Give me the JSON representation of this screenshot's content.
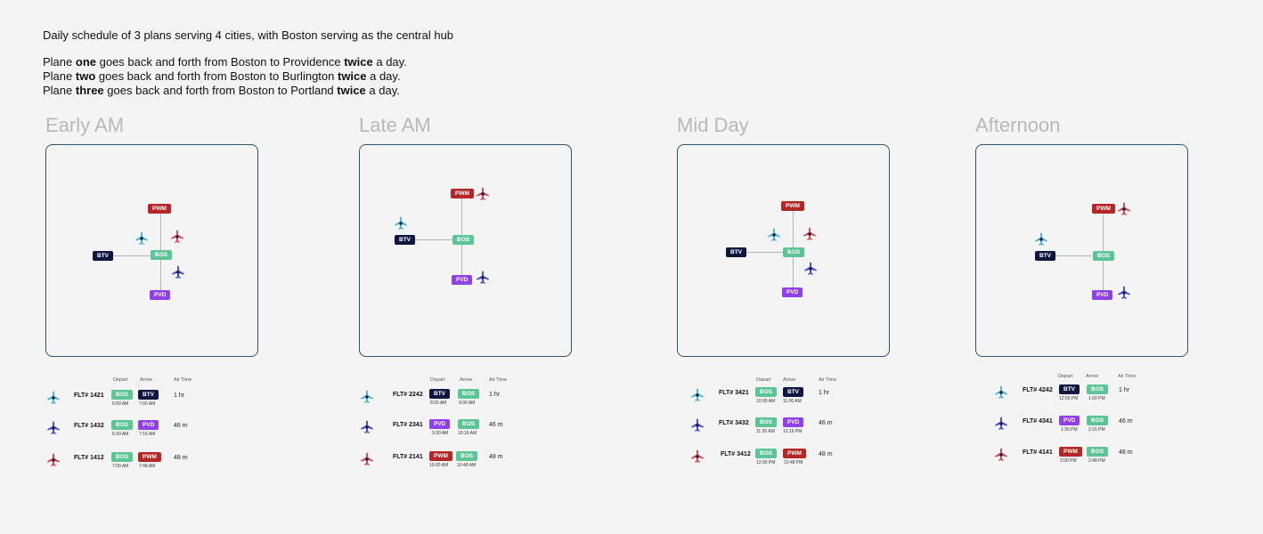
{
  "intro": {
    "title": "Daily schedule of 3 plans serving 4 cities, with Boston serving as the central hub",
    "lines": [
      {
        "a": "Plane ",
        "b": "one",
        "c": " goes back and forth from Boston to Providence ",
        "d": "twice",
        "e": " a day."
      },
      {
        "a": "Plane ",
        "b": "two",
        "c": " goes back and forth from Boston to Burlington ",
        "d": "twice",
        "e": " a day."
      },
      {
        "a": "Plane ",
        "b": "three",
        "c": " goes back and forth from Boston to Portland ",
        "d": "twice",
        "e": " a day."
      }
    ]
  },
  "headers": {
    "depart": "Depart",
    "arrive": "Arrive",
    "air": "Air Time"
  },
  "colors": {
    "BOS": "#5cc596",
    "BTV": "#101640",
    "PVD": "#9040e8",
    "PWM": "#b52626",
    "plane_one": "#4a4fcf",
    "plane_two": "#4ab6d8",
    "plane_three": "#d9474f"
  },
  "panels": [
    {
      "title": "Early AM",
      "map": {
        "PWM": "PWM",
        "BTV": "BTV",
        "BOS": "BOS",
        "PVD": "PVD"
      },
      "flights": [
        {
          "plane": "two",
          "flt": "FLT# 1421",
          "from": "BOS",
          "to": "BTV",
          "dep": "6:00 AM",
          "arr": "7:00 AM",
          "air": "1 hr"
        },
        {
          "plane": "one",
          "flt": "FLT# 1432",
          "from": "BOS",
          "to": "PVD",
          "dep": "6:30 AM",
          "arr": "7:16 AM",
          "air": "46 m"
        },
        {
          "plane": "three",
          "flt": "FLT# 1412",
          "from": "BOS",
          "to": "PWM",
          "dep": "7:00 AM",
          "arr": "7:48 AM",
          "air": "48 m"
        }
      ]
    },
    {
      "title": "Late AM",
      "map": {
        "PWM": "PWM",
        "BTV": "BTV",
        "BOS": "BOS",
        "PVD": "PVD"
      },
      "flights": [
        {
          "plane": "two",
          "flt": "FLT# 2242",
          "from": "BTV",
          "to": "BOS",
          "dep": "8:00 AM",
          "arr": "9:00 AM",
          "air": "1 hr"
        },
        {
          "plane": "one",
          "flt": "FLT# 2341",
          "from": "PVD",
          "to": "BOS",
          "dep": "9:30 AM",
          "arr": "10:16 AM",
          "air": "46 m"
        },
        {
          "plane": "three",
          "flt": "FLT# 2141",
          "from": "PWM",
          "to": "BOS",
          "dep": "10:00 AM",
          "arr": "10:48 AM",
          "air": "48 m"
        }
      ]
    },
    {
      "title": "Mid Day",
      "map": {
        "PWM": "PWM",
        "BTV": "BTV",
        "BOS": "BOS",
        "PVD": "PVD"
      },
      "flights": [
        {
          "plane": "two",
          "flt": "FLT# 3421",
          "from": "BOS",
          "to": "BTV",
          "dep": "10:00 AM",
          "arr": "11:00 AM",
          "air": "1 hr"
        },
        {
          "plane": "one",
          "flt": "FLT# 3432",
          "from": "BOS",
          "to": "PVD",
          "dep": "11:30 AM",
          "arr": "12:16 PM",
          "air": "46 m"
        },
        {
          "plane": "three",
          "flt": "FLT# 3412",
          "from": "BOS",
          "to": "PWM",
          "dep": "12:00 PM",
          "arr": "12:48 PM",
          "air": "48 m"
        }
      ]
    },
    {
      "title": "Afternoon",
      "map": {
        "PWM": "PWM",
        "BTV": "BTV",
        "BOS": "BOS",
        "PVD": "PVD"
      },
      "flights": [
        {
          "plane": "two",
          "flt": "FLT# 4242",
          "from": "BTV",
          "to": "BOS",
          "dep": "12:00 PM",
          "arr": "1:00 PM",
          "air": "1 hr"
        },
        {
          "plane": "one",
          "flt": "FLT# 4341",
          "from": "PVD",
          "to": "BOS",
          "dep": "1:30 PM",
          "arr": "2:16 PM",
          "air": "46 m"
        },
        {
          "plane": "three",
          "flt": "FLT# 4141",
          "from": "PWM",
          "to": "BOS",
          "dep": "2:00 PM",
          "arr": "2:48 PM",
          "air": "48 m"
        }
      ]
    }
  ]
}
